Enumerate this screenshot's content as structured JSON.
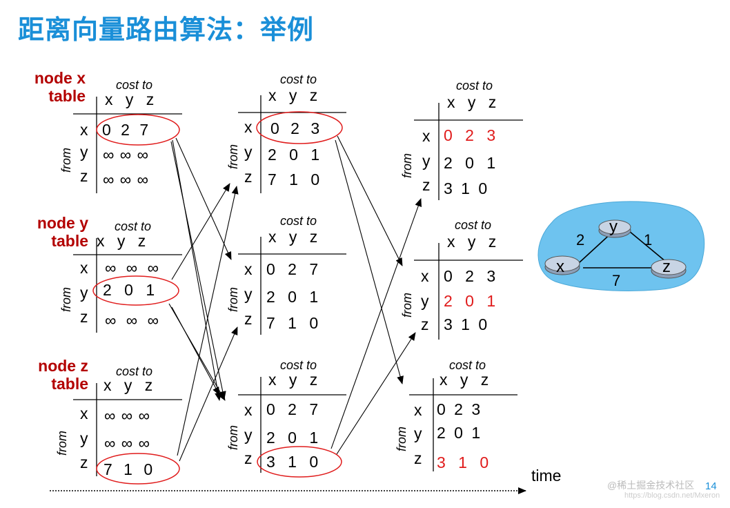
{
  "title": "距离向量路由算法：举例",
  "labels": {
    "node_x": [
      "node x",
      "table"
    ],
    "node_y": [
      "node y",
      "table"
    ],
    "node_z": [
      "node z",
      "table"
    ],
    "cost_to": "cost to",
    "from": "from",
    "time": "time",
    "page_number": "14"
  },
  "axis_headers": [
    "x",
    "y",
    "z"
  ],
  "tables": {
    "x1": {
      "x": "0 2 7",
      "y": "∞ ∞ ∞",
      "z": "∞ ∞ ∞"
    },
    "x2": {
      "x": "0 2 3",
      "y": "2 0 1",
      "z": "7 1 0"
    },
    "x3": {
      "x": "0 2 3",
      "y": "2 0 1",
      "z": "3 1 0"
    },
    "y1": {
      "x": "∞ ∞ ∞",
      "y": "2 0 1",
      "z": "∞ ∞ ∞"
    },
    "y2": {
      "x": "0 2 7",
      "y": "2 0 1",
      "z": "7 1 0"
    },
    "y3": {
      "x": "0 2 3",
      "y": "2 0 1",
      "z": "3 1 0"
    },
    "z1": {
      "x": "∞ ∞ ∞",
      "y": "∞ ∞ ∞",
      "z": "7 1 0"
    },
    "z2": {
      "x": "0 2 7",
      "y": "2 0 1",
      "z": "3 1 0"
    },
    "z3": {
      "x": "0 2 3",
      "y": "2 0 1",
      "z": "3 1 0"
    }
  },
  "network": {
    "nodes": [
      "x",
      "y",
      "z"
    ],
    "link_costs": {
      "x_y": "2",
      "y_z": "1",
      "x_z": "7"
    }
  },
  "watermark": [
    "@稀土掘金技术社区",
    "https://blog.csdn.net/Mxeron"
  ],
  "colors": {
    "title": "#1a8fd8",
    "node_label": "#b30000",
    "highlight": "#e01b1b",
    "cloud": "#6ec3ef"
  }
}
